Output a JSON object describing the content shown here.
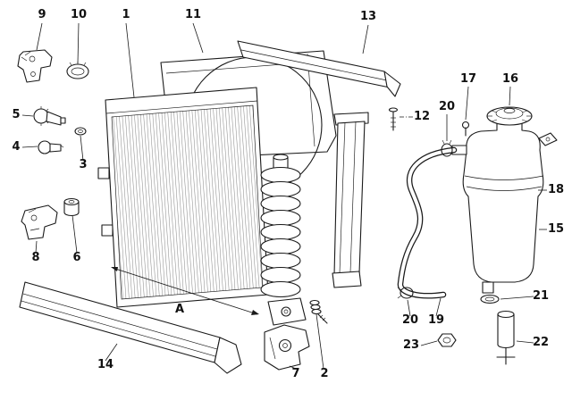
{
  "diagram": {
    "kind": "exploded-parts-diagram",
    "background_color": "#ffffff",
    "line_color": "#1a1a1a",
    "callouts": [
      {
        "label": "9"
      },
      {
        "label": "10"
      },
      {
        "label": "1"
      },
      {
        "label": "11"
      },
      {
        "label": "13"
      },
      {
        "label": "17"
      },
      {
        "label": "16"
      },
      {
        "label": "5"
      },
      {
        "label": "20"
      },
      {
        "label": "12"
      },
      {
        "label": "4"
      },
      {
        "label": "3"
      },
      {
        "label": "18"
      },
      {
        "label": "15"
      },
      {
        "label": "8"
      },
      {
        "label": "6"
      },
      {
        "label": "21"
      },
      {
        "label": "20"
      },
      {
        "label": "19"
      },
      {
        "label": "A"
      },
      {
        "label": "14"
      },
      {
        "label": "7"
      },
      {
        "label": "2"
      },
      {
        "label": "23"
      },
      {
        "label": "22"
      }
    ]
  }
}
